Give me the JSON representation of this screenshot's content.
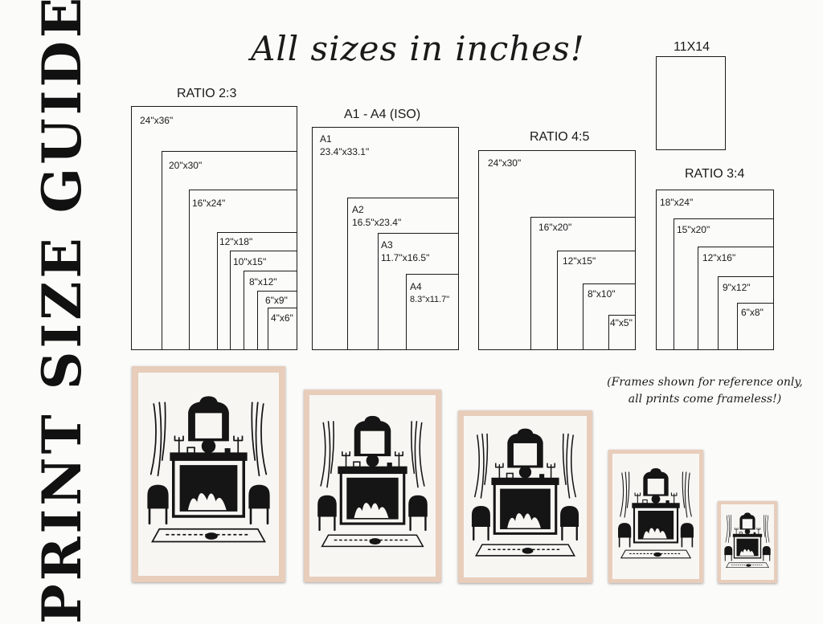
{
  "side_title": "PRINT SIZE GUIDE",
  "headline": "All sizes in inches!",
  "note": "(Frames shown for reference only, all prints come frameless!)",
  "groups": {
    "ratio_2_3": {
      "title": "RATIO  2:3",
      "sizes": [
        "24\"x36\"",
        "20\"x30\"",
        "16\"x24\"",
        "12\"x18\"",
        "10\"x15\"",
        "8\"x12\"",
        "6\"x9\"",
        "4\"x6\""
      ]
    },
    "iso": {
      "title": "A1 - A4 (ISO)",
      "sizes": [
        {
          "name": "A1",
          "size": "23.4\"x33.1\""
        },
        {
          "name": "A2",
          "size": "16.5\"x23.4\""
        },
        {
          "name": "A3",
          "size": "11.7\"x16.5\""
        },
        {
          "name": "A4",
          "size": "8.3\"x11.7\""
        }
      ]
    },
    "ratio_4_5": {
      "title": "RATIO 4:5",
      "sizes": [
        "24\"x30\"",
        "16\"x20\"",
        "12\"x15\"",
        "8\"x10\"",
        "4\"x5\""
      ]
    },
    "single_11x14": {
      "title": "11X14"
    },
    "ratio_3_4": {
      "title": "RATIO 3:4",
      "sizes": [
        "18\"x24\"",
        "15\"x20\"",
        "12\"x16\"",
        "9\"x12\"",
        "6\"x8\""
      ]
    }
  },
  "frames": {
    "count": 5,
    "frame_color": "#e8cdbb",
    "mat_color": "#f7f6f3",
    "artwork": "fireplace-sketch-illustration"
  }
}
